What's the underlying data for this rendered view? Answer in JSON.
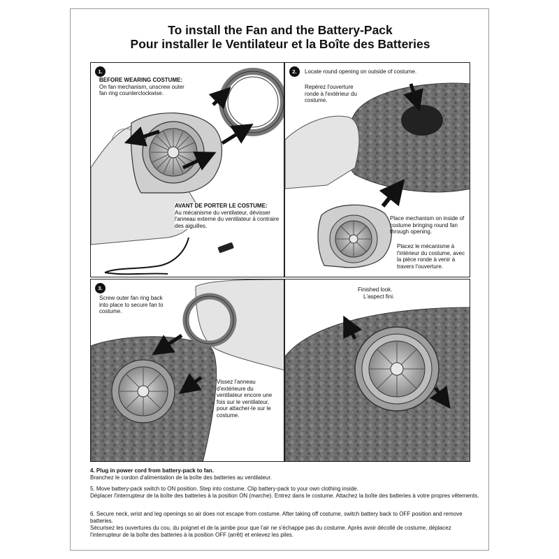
{
  "title": {
    "en": "To install the Fan and the Battery-Pack",
    "fr": "Pour installer le Ventilateur et la Boîte des Batteries"
  },
  "panels": {
    "p1": {
      "num": "1.",
      "en_heading": "BEFORE WEARING COSTUME:",
      "en_text": "On fan mechanism, unscrew outer fan ring counterclockwise.",
      "fr_heading": "AVANT DE PORTER LE COSTUME:",
      "fr_text": "Au mécanisme du ventilateur, dévisser l'anneau externe du ventilateur à contraire des aiguilles."
    },
    "p2": {
      "num": "2.",
      "en_top": "Locate round opening on outside of costume.",
      "fr_top": "Repérez l'ouverture ronde à l'extérieur du costume.",
      "en_place": "Place mechanism on inside of costume bringing round fan through opening.",
      "fr_place": "Placez le mécanisme à l'intérieur du costume, avec la pièce ronde à venir à travers l'ouverture."
    },
    "p3": {
      "num": "3.",
      "en_text": "Screw outer fan ring back into place to secure fan to costume.",
      "fr_text": "Vissez l'anneau d'extérieure du ventilateur encore une fois sur le ventilateur, pour attacher-le sur le costume."
    },
    "p4": {
      "en": "Finished look.",
      "fr": "L'aspect fini."
    }
  },
  "instructions": {
    "s4_en": "4. Plug in power cord from battery-pack to fan.",
    "s4_fr": "Branchez le cordon d'alimentation de la boîte des batteries au ventilateur.",
    "s5_en": "5. Move battery-pack switch to ON position. Step into costume. Clip battery-pack to your own clothing inside.",
    "s5_fr": "Déplacer l'interrupteur de la boîte des batteries à la position ON (marche). Entrez dans le costume. Attachez la boîte des batteries à votre propres vêtements.",
    "s6_en": "6. Secure neck, wrist and leg openings so air does not escape from costume. After taking off costume, switch battery back to OFF position and remove batteries.",
    "s6_fr": "Sécurisez les ouvertures du cou, du poignet et de la jambe pour que l'air ne s'échappe pas du costume. Après avoir décollé de costume, déplacez l'interrupteur de la boîte des batteries à la position OFF (arrêt) et enlevez les piles."
  }
}
